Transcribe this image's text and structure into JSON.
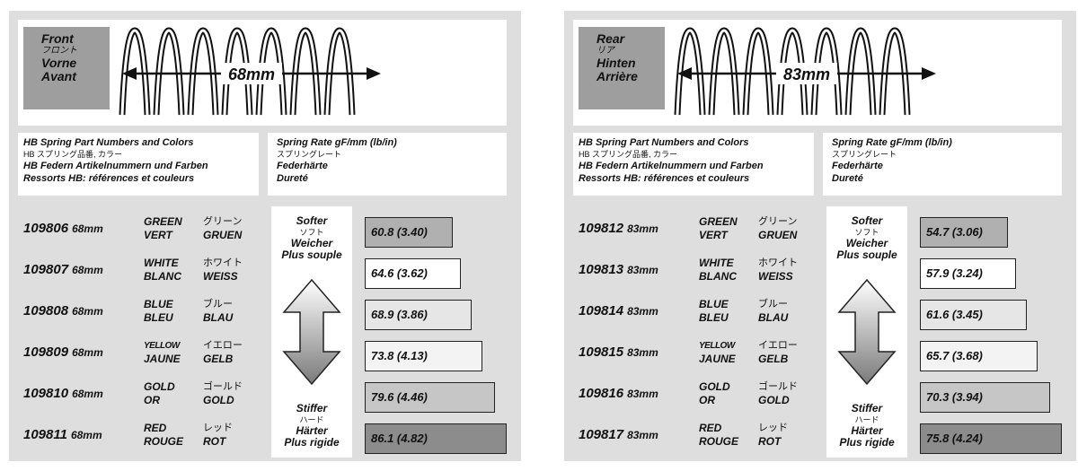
{
  "panels": [
    {
      "position": {
        "en": "Front",
        "jp": "フロント",
        "de": "Vorne",
        "fr": "Avant"
      },
      "length_label": "68mm",
      "info": {
        "title_en": "HB Spring Part Numbers and Colors",
        "title_jp": "HB スプリング品番, カラー",
        "title_de": "HB Federn Artikelnummern und Farben",
        "title_fr": "Ressorts HB: références et couleurs"
      },
      "rate_info": {
        "title_en": "Spring Rate gF/mm (lb/in)",
        "title_jp": "スプリングレート",
        "title_de": "Federhärte",
        "title_fr": "Dureté"
      },
      "scale": {
        "soft_en": "Softer",
        "soft_jp": "ソフト",
        "soft_de": "Weicher",
        "soft_fr": "Plus souple",
        "stiff_en": "Stiffer",
        "stiff_jp": "ハード",
        "stiff_de": "Härter",
        "stiff_fr": "Plus rigide"
      },
      "rows": [
        {
          "part": "109806",
          "len": "68mm",
          "en": "GREEN",
          "jp": "グリーン",
          "fr": "VERT",
          "de": "GRUEN",
          "rate": "60.8 (3.40)",
          "color": "#b0b0b0",
          "fill": 0.62
        },
        {
          "part": "109807",
          "len": "68mm",
          "en": "WHITE",
          "jp": "ホワイト",
          "fr": "BLANC",
          "de": "WEISS",
          "rate": "64.6 (3.62)",
          "color": "#ffffff",
          "fill": 0.68
        },
        {
          "part": "109808",
          "len": "68mm",
          "en": "BLUE",
          "jp": "ブルー",
          "fr": "BLEU",
          "de": "BLAU",
          "rate": "68.9 (3.86)",
          "color": "#e6e6e6",
          "fill": 0.75
        },
        {
          "part": "109809",
          "len": "68mm",
          "en": "YELLOW",
          "jp": "イエロー",
          "fr": "JAUNE",
          "de": "GELB",
          "rate": "73.8 (4.13)",
          "color": "#f3f3f3",
          "fill": 0.83
        },
        {
          "part": "109810",
          "len": "68mm",
          "en": "GOLD",
          "jp": "ゴールド",
          "fr": "OR",
          "de": "GOLD",
          "rate": "79.6 (4.46)",
          "color": "#c6c6c6",
          "fill": 0.92
        },
        {
          "part": "109811",
          "len": "68mm",
          "en": "RED",
          "jp": "レッド",
          "fr": "ROUGE",
          "de": "ROT",
          "rate": "86.1 (4.82)",
          "color": "#8c8c8c",
          "fill": 1.0
        }
      ]
    },
    {
      "position": {
        "en": "Rear",
        "jp": "リア",
        "de": "Hinten",
        "fr": "Arrière"
      },
      "length_label": "83mm",
      "info": {
        "title_en": "HB Spring Part Numbers and Colors",
        "title_jp": "HB スプリング品番, カラー",
        "title_de": "HB Federn Artikelnummern und Farben",
        "title_fr": "Ressorts HB: références et couleurs"
      },
      "rate_info": {
        "title_en": "Spring Rate gF/mm (lb/in)",
        "title_jp": "スプリングレート",
        "title_de": "Federhärte",
        "title_fr": "Dureté"
      },
      "scale": {
        "soft_en": "Softer",
        "soft_jp": "ソフト",
        "soft_de": "Weicher",
        "soft_fr": "Plus souple",
        "stiff_en": "Stiffer",
        "stiff_jp": "ハード",
        "stiff_de": "Härter",
        "stiff_fr": "Plus rigide"
      },
      "rows": [
        {
          "part": "109812",
          "len": "83mm",
          "en": "GREEN",
          "jp": "グリーン",
          "fr": "VERT",
          "de": "GRUEN",
          "rate": "54.7 (3.06)",
          "color": "#b0b0b0",
          "fill": 0.62
        },
        {
          "part": "109813",
          "len": "83mm",
          "en": "WHITE",
          "jp": "ホワイト",
          "fr": "BLANC",
          "de": "WEISS",
          "rate": "57.9 (3.24)",
          "color": "#ffffff",
          "fill": 0.68
        },
        {
          "part": "109814",
          "len": "83mm",
          "en": "BLUE",
          "jp": "ブルー",
          "fr": "BLEU",
          "de": "BLAU",
          "rate": "61.6 (3.45)",
          "color": "#e6e6e6",
          "fill": 0.75
        },
        {
          "part": "109815",
          "len": "83mm",
          "en": "YELLOW",
          "jp": "イエロー",
          "fr": "JAUNE",
          "de": "GELB",
          "rate": "65.7 (3.68)",
          "color": "#f3f3f3",
          "fill": 0.83
        },
        {
          "part": "109816",
          "len": "83mm",
          "en": "GOLD",
          "jp": "ゴールド",
          "fr": "OR",
          "de": "GOLD",
          "rate": "70.3 (3.94)",
          "color": "#c6c6c6",
          "fill": 0.92
        },
        {
          "part": "109817",
          "len": "83mm",
          "en": "RED",
          "jp": "レッド",
          "fr": "ROUGE",
          "de": "ROT",
          "rate": "75.8 (4.24)",
          "color": "#8c8c8c",
          "fill": 1.0
        }
      ]
    }
  ]
}
